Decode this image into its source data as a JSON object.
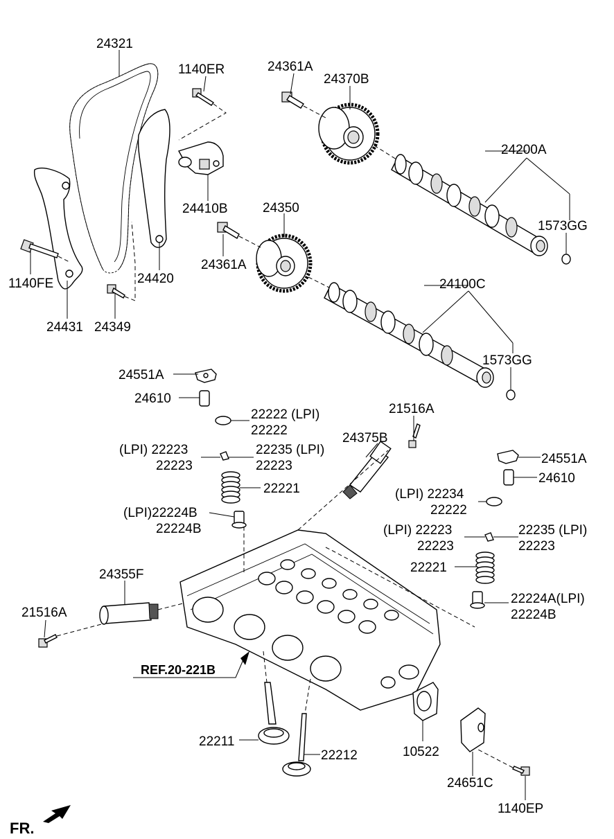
{
  "diagram": {
    "labels": {
      "p24321": "24321",
      "p1140ER": "1140ER",
      "p24361A_top": "24361A",
      "p24370B": "24370B",
      "p24200A": "24200A",
      "p1573GG_top": "1573GG",
      "p24410B": "24410B",
      "p24350": "24350",
      "p24361A_mid": "24361A",
      "p1140FE": "1140FE",
      "p24420": "24420",
      "p24431": "24431",
      "p24349": "24349",
      "p24100C": "24100C",
      "p1573GG_mid": "1573GG",
      "p24551A_left": "24551A",
      "p24610_left": "24610",
      "p22222_lpi_left": "22222 (LPI)",
      "p22222_left": "22222",
      "p21516A_right": "21516A",
      "p22223_lpi_left": "(LPI) 22223",
      "p22223_left": "22223",
      "p22235_lpi_left": "22235 (LPI)",
      "p22223_left2": "22223",
      "p24375B": "24375B",
      "p24551A_right": "24551A",
      "p24610_right": "24610",
      "p22221_left": "22221",
      "p22234_lpi": "(LPI) 22234",
      "p22222_right": "22222",
      "p22224B_lpi": "(LPI)22224B",
      "p22224B_left": "22224B",
      "p22223_lpi_right": "(LPI) 22223",
      "p22223_right": "22223",
      "p22235_lpi_right": "22235 (LPI)",
      "p22223_right2": "22223",
      "p24355F": "24355F",
      "p22221_right": "22221",
      "p21516A_left": "21516A",
      "p22224A_lpi": "22224A(LPI)",
      "p22224B_right": "22224B",
      "ref": "REF.20-221B",
      "p22211": "22211",
      "p22212": "22212",
      "p10522": "10522",
      "p24651C": "24651C",
      "p1140EP": "1140EP",
      "fr": "FR."
    }
  }
}
